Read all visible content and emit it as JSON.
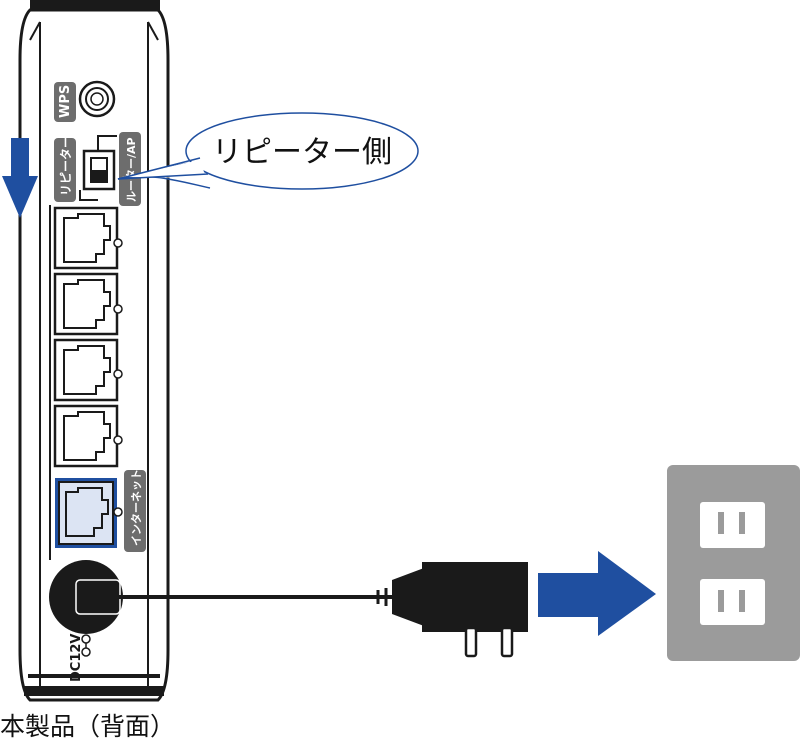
{
  "labels": {
    "wps": "WPS",
    "repeater_mode": "リピーター",
    "router_ap_mode": "ルーター/AP",
    "internet_port": "インターネット",
    "power_spec": "DC12V",
    "callout": "リピーター側",
    "caption": "本製品（背面）"
  },
  "colors": {
    "arrow_blue": "#1f4fa0",
    "label_badge": "#6d6d6d",
    "outlet_gray": "#9b9b9b",
    "internet_port_fill": "#dce4f3"
  },
  "icons": {
    "move_arrow": "arrow-down-icon",
    "plug_arrow": "arrow-right-icon"
  }
}
